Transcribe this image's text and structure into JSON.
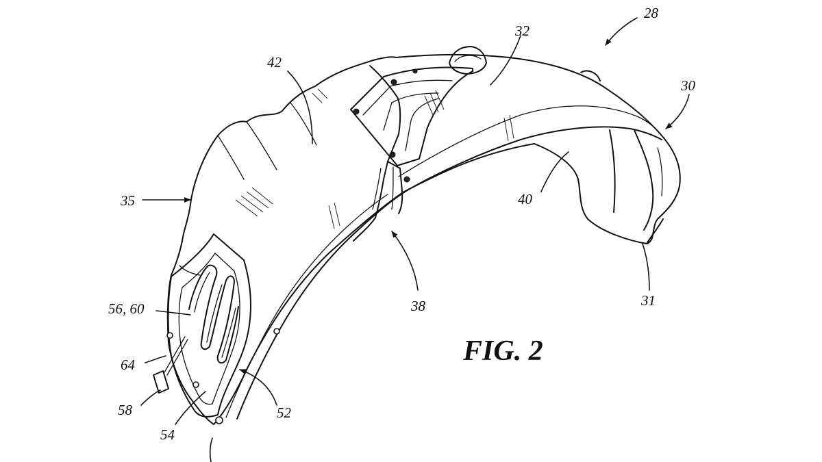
{
  "figure": {
    "caption": "FIG. 2",
    "reference_numerals": [
      {
        "id": "ref-28",
        "label": "28"
      },
      {
        "id": "ref-32",
        "label": "32"
      },
      {
        "id": "ref-30",
        "label": "30"
      },
      {
        "id": "ref-42",
        "label": "42"
      },
      {
        "id": "ref-35",
        "label": "35"
      },
      {
        "id": "ref-40",
        "label": "40"
      },
      {
        "id": "ref-38",
        "label": "38"
      },
      {
        "id": "ref-31",
        "label": "31"
      },
      {
        "id": "ref-56-60",
        "label": "56, 60"
      },
      {
        "id": "ref-64",
        "label": "64"
      },
      {
        "id": "ref-58",
        "label": "58"
      },
      {
        "id": "ref-54",
        "label": "54"
      },
      {
        "id": "ref-52",
        "label": "52"
      }
    ]
  }
}
